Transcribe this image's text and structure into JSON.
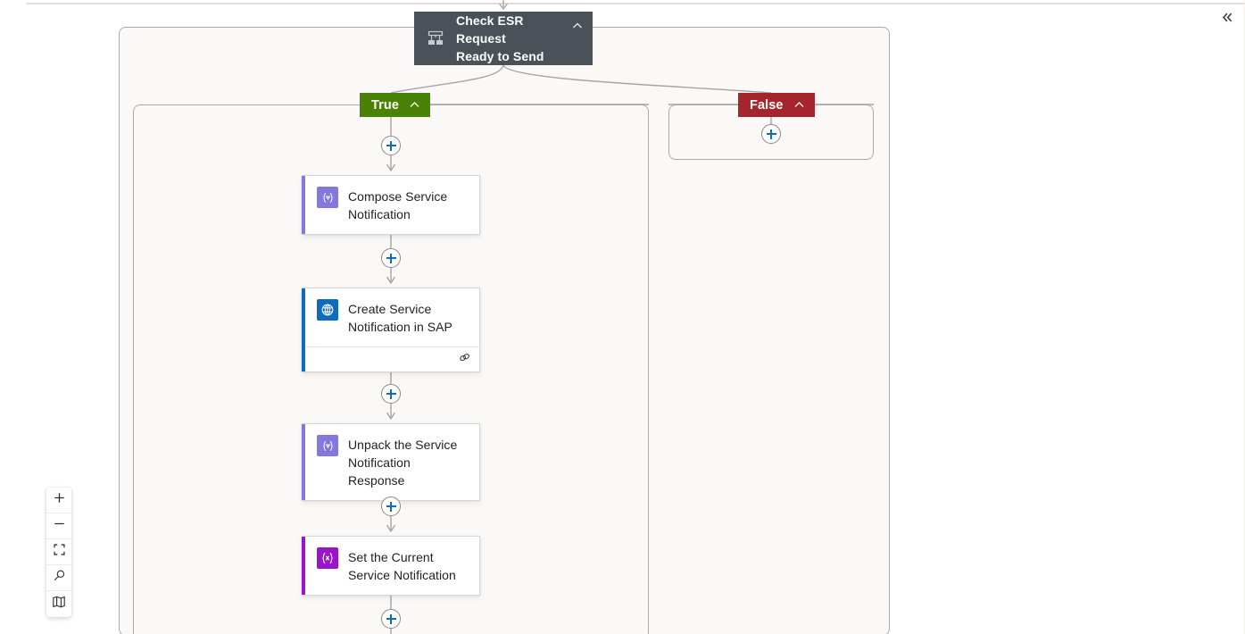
{
  "canvas": {
    "background_color": "#ffffff",
    "scope_fill_color": "#faf9f8",
    "scope_border_color": "#a9a9a7"
  },
  "condition_node": {
    "title": "Check ESR Request Ready to Send",
    "title_line1": "Check ESR Request",
    "title_line2": "Ready to Send",
    "icon": "condition-icon",
    "background_color": "#4a5159",
    "text_color": "#ffffff",
    "collapse_icon": "chevron-up-icon"
  },
  "branches": [
    {
      "id": "true",
      "label": "True",
      "badge_color": "#498205",
      "collapse_icon": "chevron-up-icon",
      "add_button_label": "+",
      "actions": [
        {
          "id": "compose-service-notification",
          "title": "Compose Service Notification",
          "title_line1": "Compose Service",
          "title_line2": "Notification",
          "icon": "compose-icon",
          "icon_glyph": "{▽}",
          "icon_color": "#8378de",
          "accent_color": "#8378de",
          "has_footer": false
        },
        {
          "id": "create-service-notification-in-sap",
          "title": "Create Service Notification in SAP",
          "title_line1": "Create Service",
          "title_line2": "Notification in SAP",
          "icon": "globe-icon",
          "icon_glyph": "⊕",
          "icon_color": "#0f6cbd",
          "accent_color": "#0f6cbd",
          "has_footer": true,
          "footer_icon": "link-chain-icon"
        },
        {
          "id": "unpack-the-service-notification-response",
          "title": "Unpack the Service Notification Response",
          "title_line1": "Unpack the Service",
          "title_line2": "Notification Response",
          "icon": "compose-icon",
          "icon_glyph": "{▽}",
          "icon_color": "#8378de",
          "accent_color": "#8378de",
          "has_footer": false
        },
        {
          "id": "set-the-current-service-notification",
          "title": "Set the Current Service Notification",
          "title_line1": "Set the Current",
          "title_line2": "Service Notification",
          "icon": "set-variable-icon",
          "icon_glyph": "{x}",
          "icon_color": "#9a14c9",
          "accent_color": "#9a14c9",
          "has_footer": false
        }
      ]
    },
    {
      "id": "false",
      "label": "False",
      "badge_color": "#a4262c",
      "collapse_icon": "chevron-up-icon",
      "add_button_label": "+",
      "actions": []
    }
  ],
  "toolbar": {
    "buttons": [
      {
        "id": "zoom-in",
        "icon": "plus-icon",
        "tooltip": "Zoom in"
      },
      {
        "id": "zoom-out",
        "icon": "minus-icon",
        "tooltip": "Zoom out"
      },
      {
        "id": "zoom-to-fit",
        "icon": "fit-screen-icon",
        "tooltip": "Zoom to fit"
      },
      {
        "id": "search",
        "icon": "magnifier-icon",
        "tooltip": "Search"
      },
      {
        "id": "minimap",
        "icon": "map-icon",
        "tooltip": "Minimap"
      }
    ]
  },
  "panel": {
    "collapse_icon": "double-chevron-left-icon"
  },
  "add_buttons": {
    "label": "+",
    "accent_color": "#0f6cbd"
  }
}
